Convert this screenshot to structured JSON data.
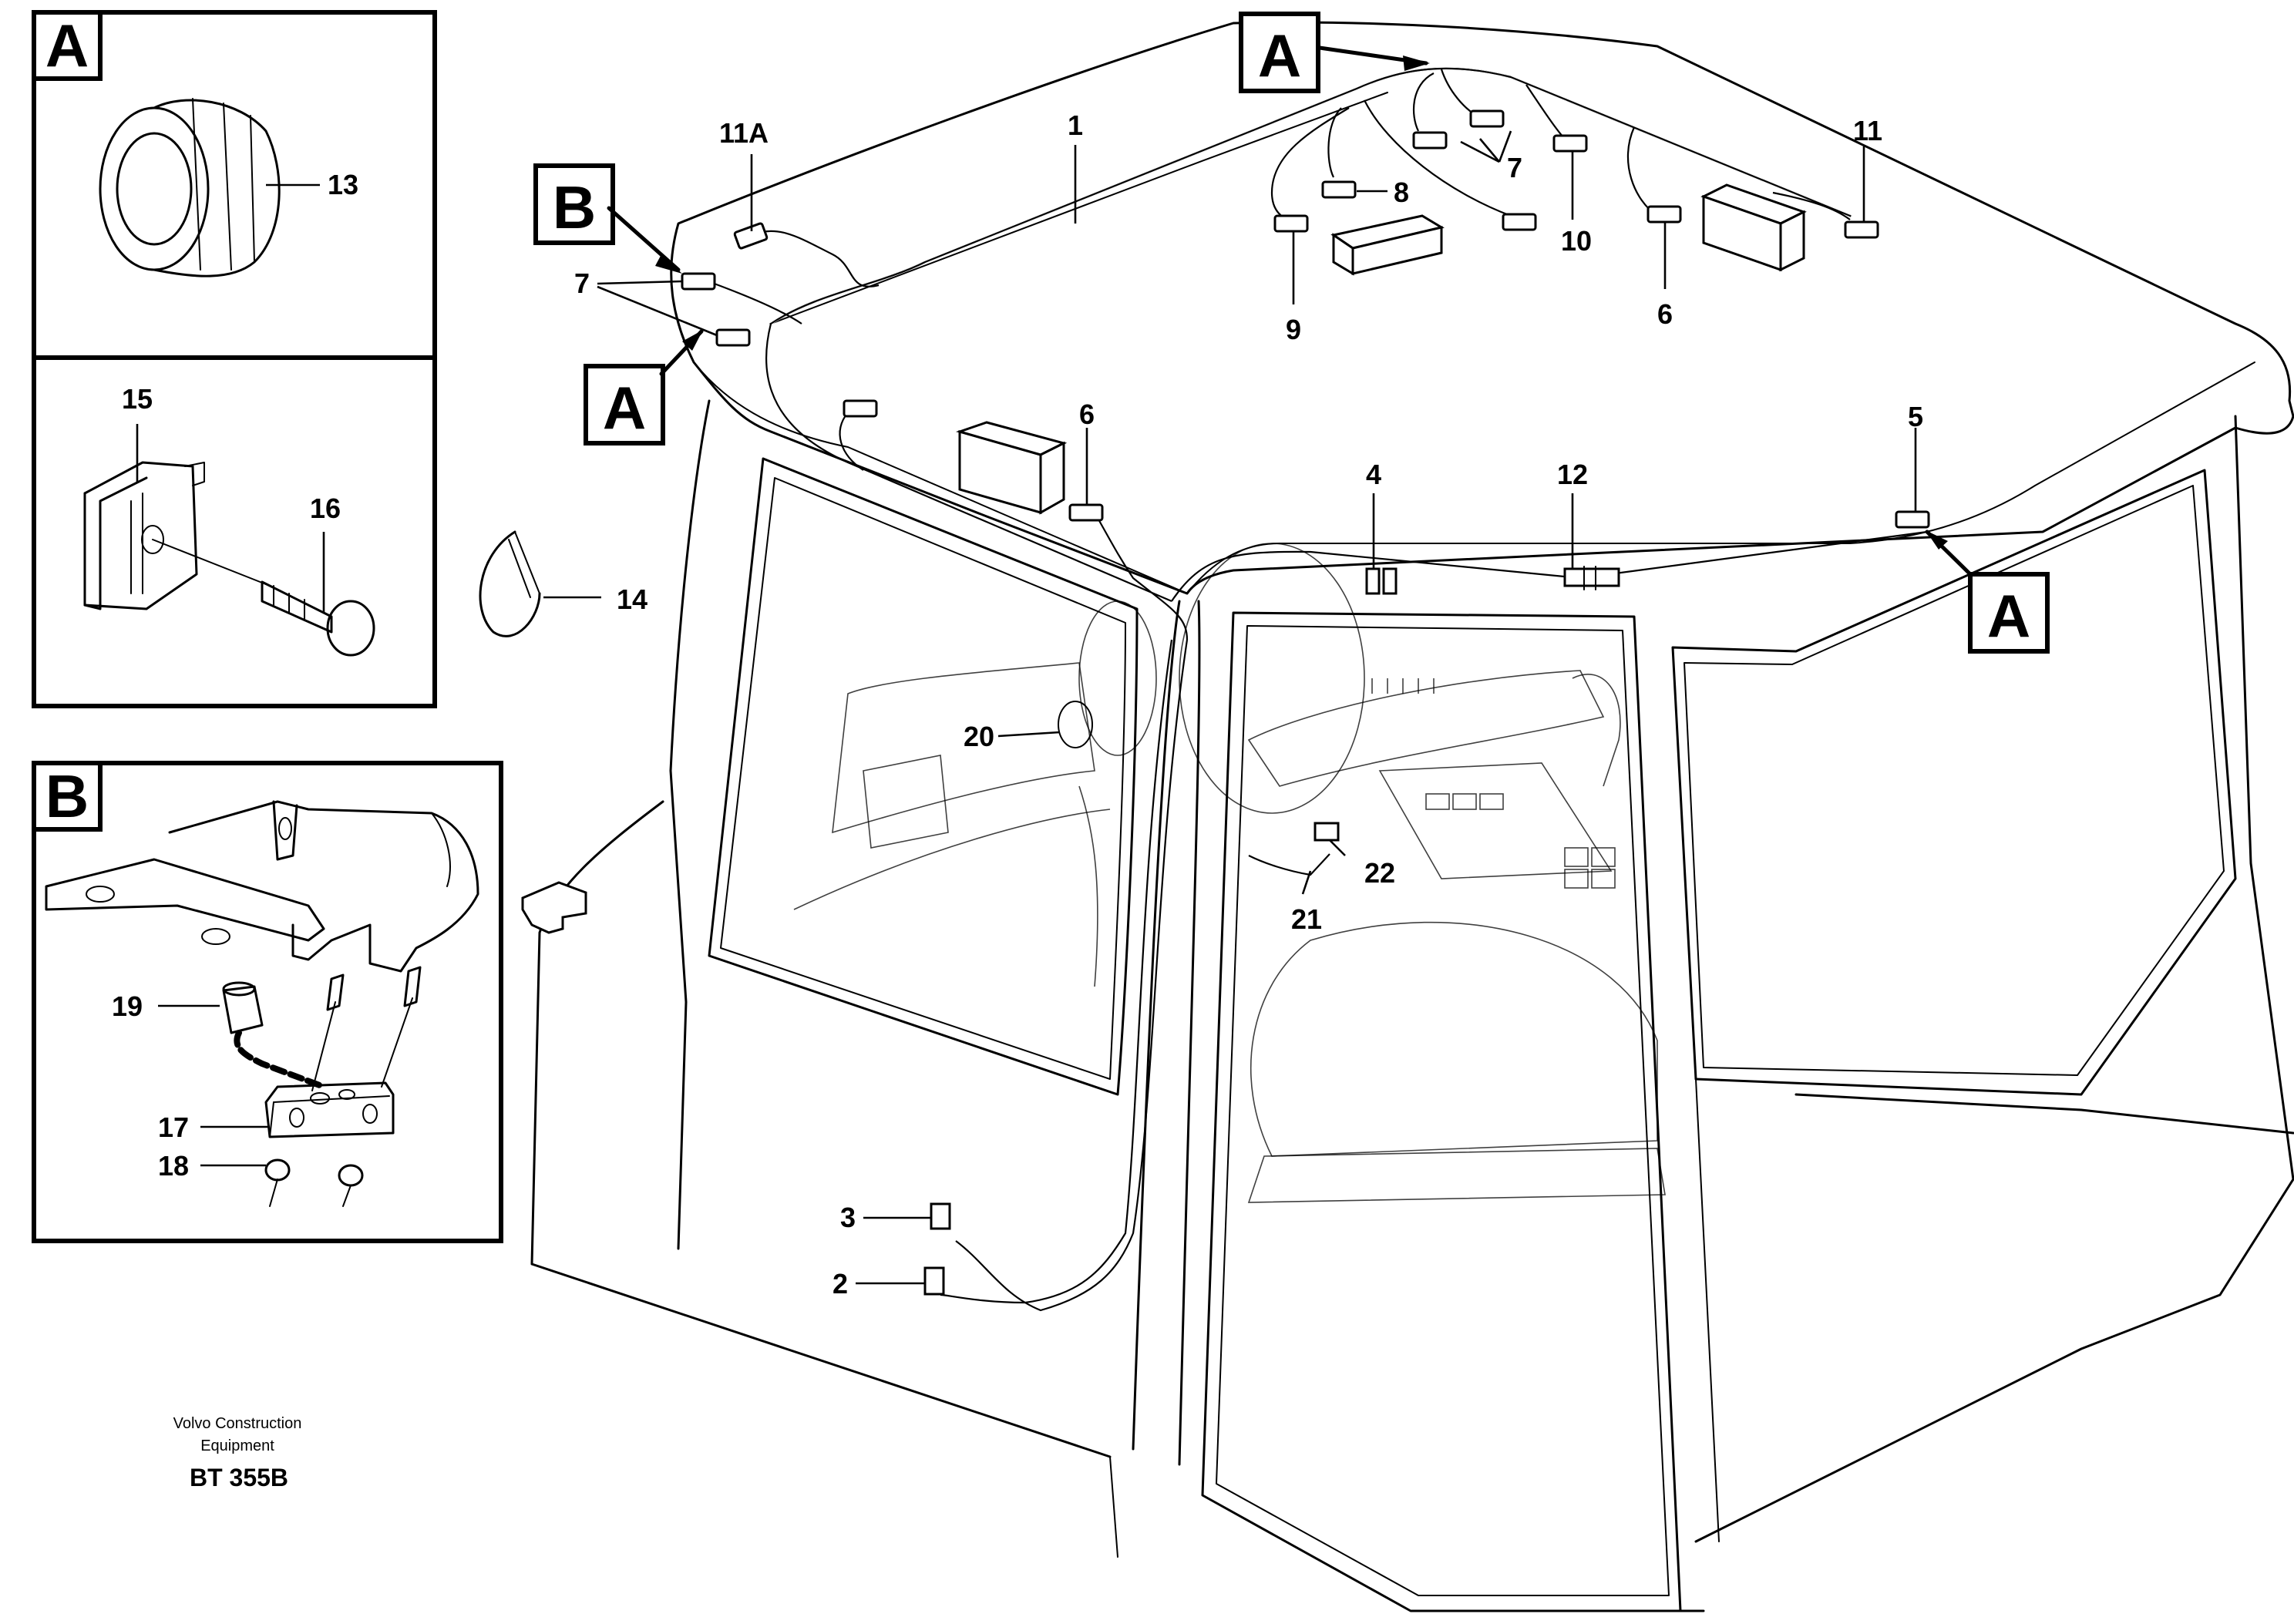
{
  "view_tags": [
    "A",
    "B",
    "A",
    "A",
    "A"
  ],
  "inset_titles": [
    "A",
    "B"
  ],
  "part_numbers": [
    "1",
    "2",
    "3",
    "4",
    "5",
    "6",
    "6",
    "7",
    "7",
    "8",
    "9",
    "10",
    "11",
    "11A",
    "12",
    "13",
    "14",
    "15",
    "16",
    "17",
    "18",
    "19",
    "20",
    "21",
    "22"
  ],
  "footer": {
    "company_line1": "Volvo Construction",
    "company_line2": "Equipment",
    "drawing_code": "BT 355B"
  }
}
